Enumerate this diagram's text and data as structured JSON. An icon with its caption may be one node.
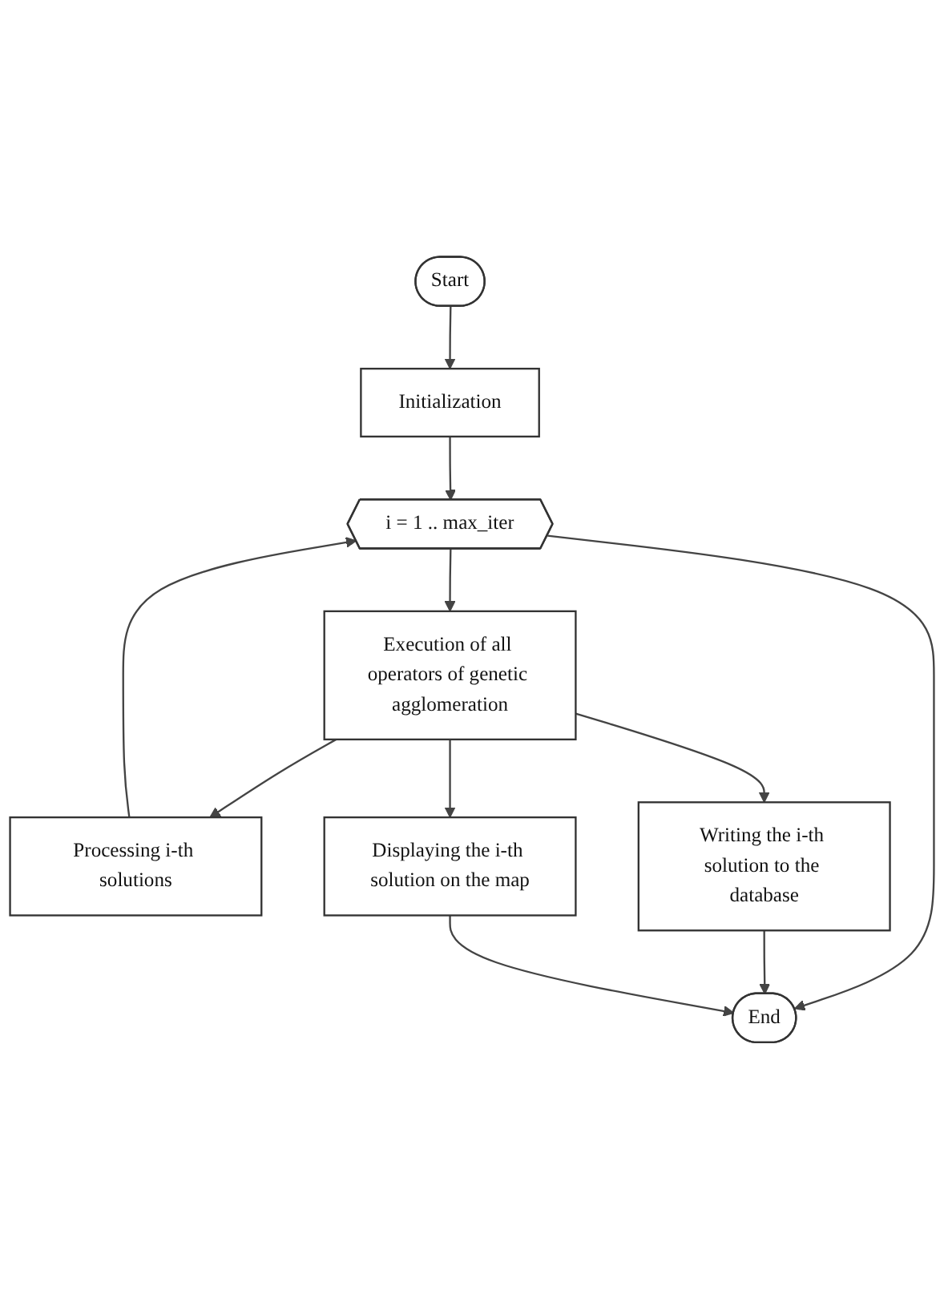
{
  "diagram": {
    "nodes": [
      {
        "text": [
          "Start"
        ]
      },
      {
        "text": [
          "Initialization"
        ]
      },
      {
        "text": [
          "i = 1 .. max_iter"
        ]
      },
      {
        "text": [
          "Execution of all operators of genetic agglomeration"
        ]
      },
      {
        "text": [
          "Processing i-th solutions"
        ]
      },
      {
        "text": [
          "Writing the i-th solution to the database"
        ]
      },
      {
        "text": [
          "Displaying the i-th solution on the map"
        ]
      },
      {
        "text": [
          "End"
        ]
      }
    ],
    "edges": [
      {
        "from": 0,
        "to": 1,
        "arrow": "to"
      },
      {
        "from": 1,
        "to": 2,
        "arrow": "to"
      },
      {
        "from": 2,
        "to": 3,
        "arrow": "to"
      },
      {
        "from": 3,
        "to": 4,
        "arrow": "to"
      },
      {
        "from": 3,
        "to": 5,
        "arrow": "to"
      },
      {
        "from": 3,
        "to": 6,
        "arrow": "to"
      },
      {
        "from": 4,
        "to": 2,
        "arrow": "to"
      },
      {
        "from": 2,
        "to": 7,
        "arrow": "to"
      },
      {
        "from": 5,
        "to": 7,
        "arrow": "to"
      },
      {
        "from": 6,
        "to": 7,
        "arrow": "to"
      }
    ]
  }
}
